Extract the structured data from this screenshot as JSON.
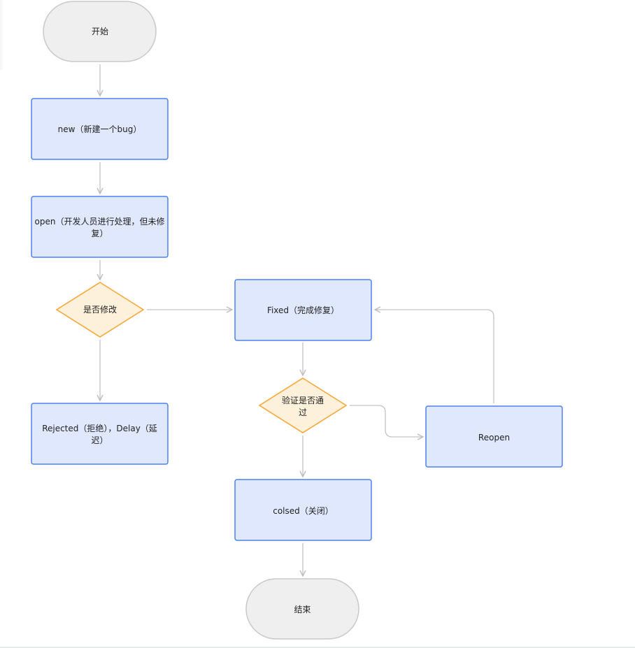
{
  "nodes": {
    "start": "开始",
    "new": "new（新建一个bug）",
    "open_line1": "open（开发人员进行处理，但未修",
    "open_line2": "复）",
    "decision_modify": "是否修改",
    "fixed": "Fixed（完成修复）",
    "decision_verify_line1": "验证是否通",
    "decision_verify_line2": "过",
    "rejected_line1": "Rejected（拒绝），Delay（延",
    "rejected_line2": "迟）",
    "reopen": "Reopen",
    "closed": "colsed（关闭）",
    "end": "结束"
  },
  "colors": {
    "terminal_fill": "#efefef",
    "terminal_stroke": "#c8c8c8",
    "process_fill": "#dfe8fd",
    "process_stroke": "#4e80ee",
    "decision_fill": "#fdf1dc",
    "decision_stroke": "#f5a83a",
    "connector": "#c3c3c3"
  }
}
